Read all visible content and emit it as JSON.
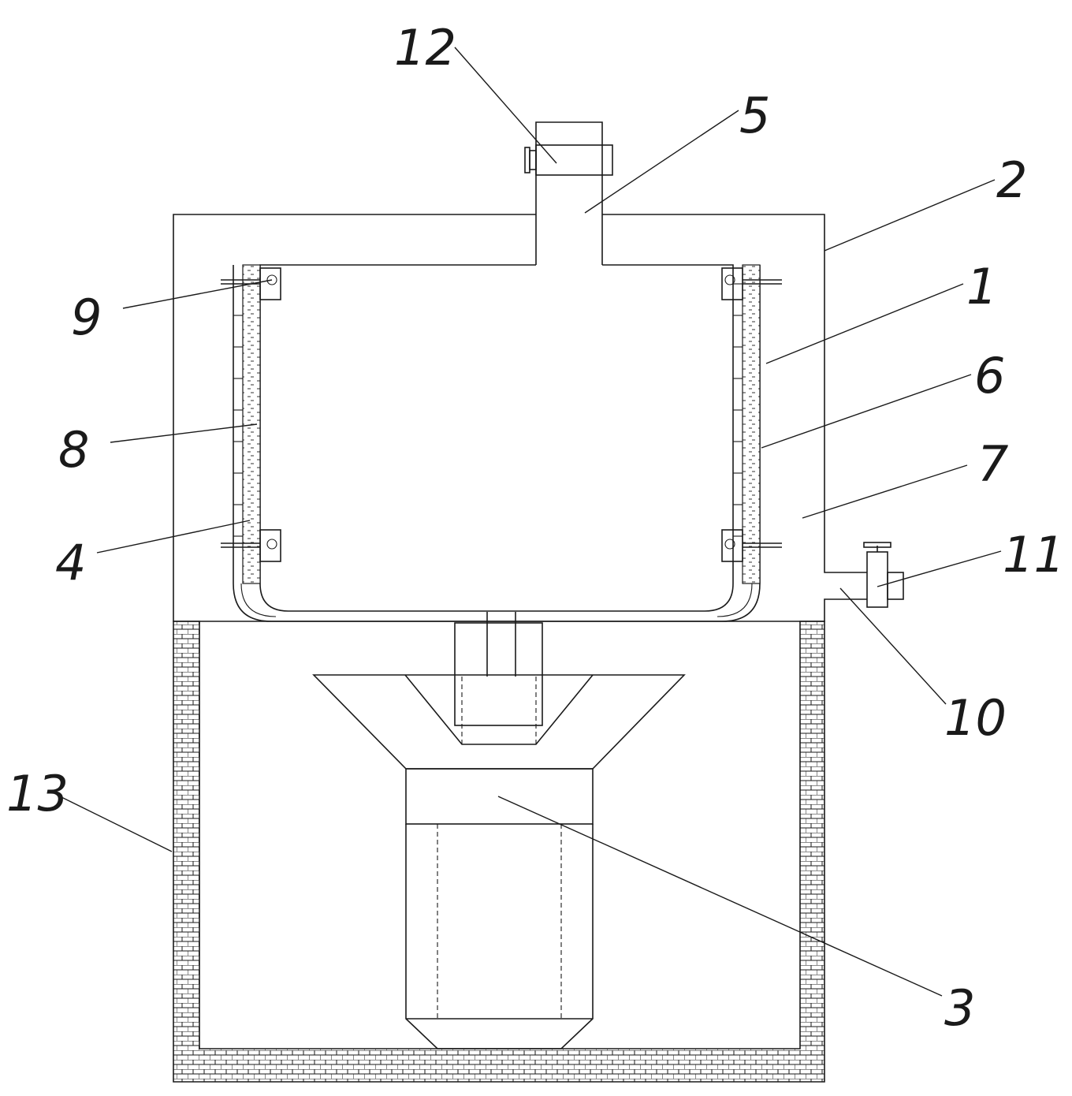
{
  "colors": {
    "line": "#1a1a1a",
    "background": "#ffffff"
  },
  "labels": {
    "l1": "1",
    "l2": "2",
    "l3": "3",
    "l4": "4",
    "l5": "5",
    "l6": "6",
    "l7": "7",
    "l8": "8",
    "l9": "9",
    "l10": "10",
    "l11": "11",
    "l12": "12",
    "l13": "13"
  }
}
